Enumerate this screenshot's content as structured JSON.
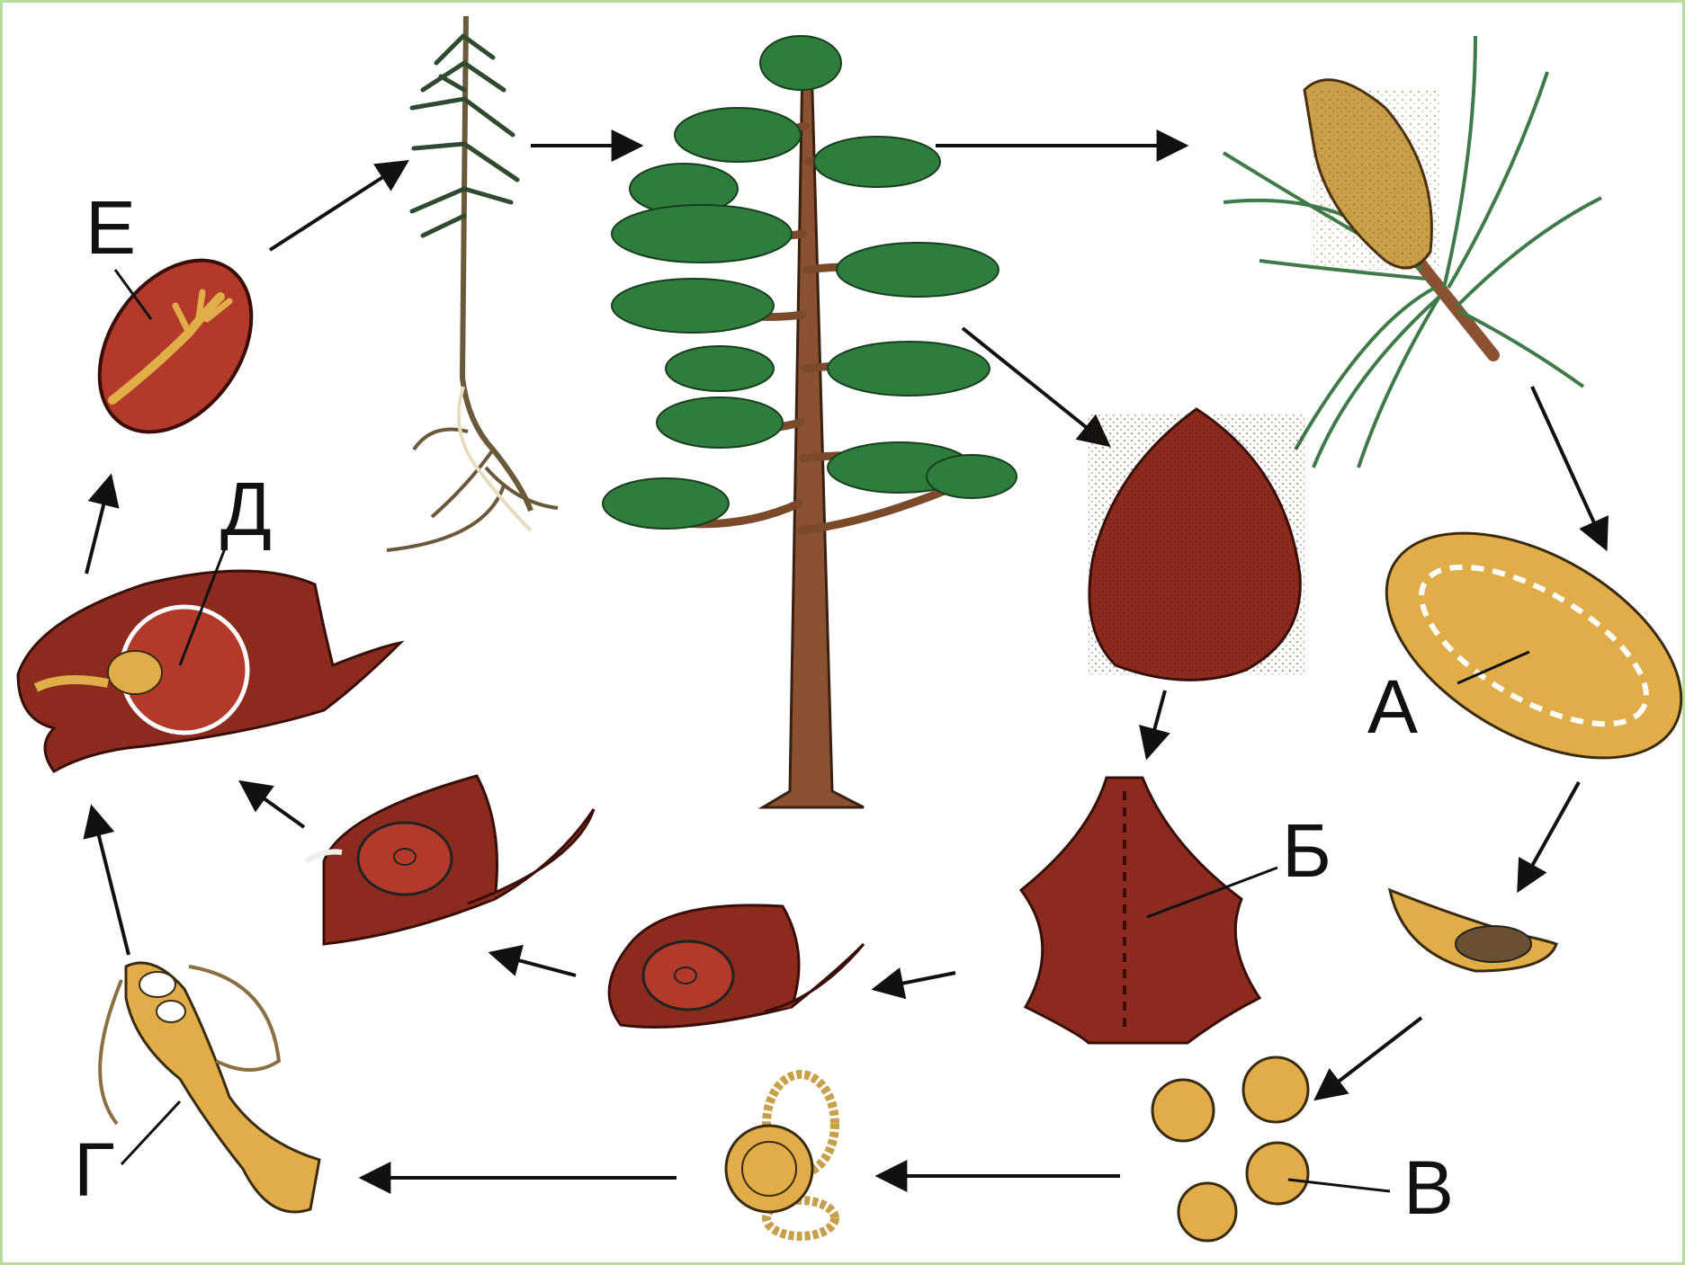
{
  "labels": {
    "a": "А",
    "b": "Б",
    "v": "В",
    "g": "Г",
    "d": "Д",
    "e": "Е"
  },
  "colors": {
    "cone_brown": "#8b2b1e",
    "seed_red": "#b23a2a",
    "pollen_yellow": "#e0ad48",
    "needle_green": "#2f7d3c",
    "trunk_brown": "#7a4a2a",
    "frame_green": "#b8dba0"
  },
  "icons": {
    "seedling": "pine-seedling-icon",
    "tree": "pine-tree-icon",
    "male_branch": "male-cone-branch-icon",
    "female_cone": "female-cone-icon"
  }
}
